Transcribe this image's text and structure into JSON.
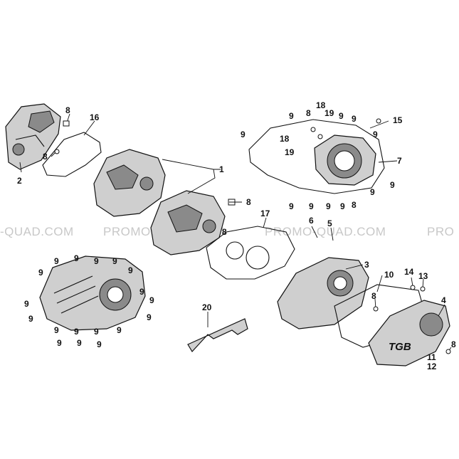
{
  "watermark": {
    "segments": [
      "-QUAD.COM",
      "PROMO-QUAD.COM",
      "PROMO-QUAD.COM",
      "PRO"
    ]
  },
  "callouts": [
    {
      "id": "c1",
      "text": "8"
    },
    {
      "id": "c2",
      "text": "16"
    },
    {
      "id": "c3",
      "text": "8"
    },
    {
      "id": "c4",
      "text": "2"
    },
    {
      "id": "c5",
      "text": "1"
    },
    {
      "id": "c6",
      "text": "8"
    },
    {
      "id": "c7",
      "text": "8"
    },
    {
      "id": "c8",
      "text": "17"
    },
    {
      "id": "c9",
      "text": "6"
    },
    {
      "id": "c10",
      "text": "5"
    },
    {
      "id": "c11",
      "text": "3"
    },
    {
      "id": "c12",
      "text": "18"
    },
    {
      "id": "c13",
      "text": "8"
    },
    {
      "id": "c14",
      "text": "9"
    },
    {
      "id": "c15",
      "text": "19"
    },
    {
      "id": "c16",
      "text": "9"
    },
    {
      "id": "c17",
      "text": "9"
    },
    {
      "id": "c18",
      "text": "15"
    },
    {
      "id": "c19",
      "text": "9"
    },
    {
      "id": "c20",
      "text": "18"
    },
    {
      "id": "c21",
      "text": "19"
    },
    {
      "id": "c22",
      "text": "9"
    },
    {
      "id": "c23",
      "text": "7"
    },
    {
      "id": "c24",
      "text": "9"
    },
    {
      "id": "c25",
      "text": "9"
    },
    {
      "id": "c26",
      "text": "9"
    },
    {
      "id": "c27",
      "text": "9"
    },
    {
      "id": "c28",
      "text": "9"
    },
    {
      "id": "c29",
      "text": "9"
    },
    {
      "id": "c30",
      "text": "8"
    },
    {
      "id": "c31",
      "text": "9"
    },
    {
      "id": "c32",
      "text": "9"
    },
    {
      "id": "c33",
      "text": "9"
    },
    {
      "id": "c34",
      "text": "9"
    },
    {
      "id": "c35",
      "text": "9"
    },
    {
      "id": "c36",
      "text": "9"
    },
    {
      "id": "c37",
      "text": "9"
    },
    {
      "id": "c38",
      "text": "9"
    },
    {
      "id": "c39",
      "text": "9"
    },
    {
      "id": "c40",
      "text": "9"
    },
    {
      "id": "c41",
      "text": "9"
    },
    {
      "id": "c42",
      "text": "9"
    },
    {
      "id": "c43",
      "text": "9"
    },
    {
      "id": "c44",
      "text": "9"
    },
    {
      "id": "c45",
      "text": "9"
    },
    {
      "id": "c46",
      "text": "9"
    },
    {
      "id": "c47",
      "text": "9"
    },
    {
      "id": "c48",
      "text": "9"
    },
    {
      "id": "c49",
      "text": "20"
    },
    {
      "id": "c50",
      "text": "10"
    },
    {
      "id": "c51",
      "text": "14"
    },
    {
      "id": "c52",
      "text": "13"
    },
    {
      "id": "c53",
      "text": "4"
    },
    {
      "id": "c54",
      "text": "8"
    },
    {
      "id": "c55",
      "text": "8"
    },
    {
      "id": "c56",
      "text": "11"
    },
    {
      "id": "c57",
      "text": "12"
    }
  ],
  "cover_logo": "TGB"
}
